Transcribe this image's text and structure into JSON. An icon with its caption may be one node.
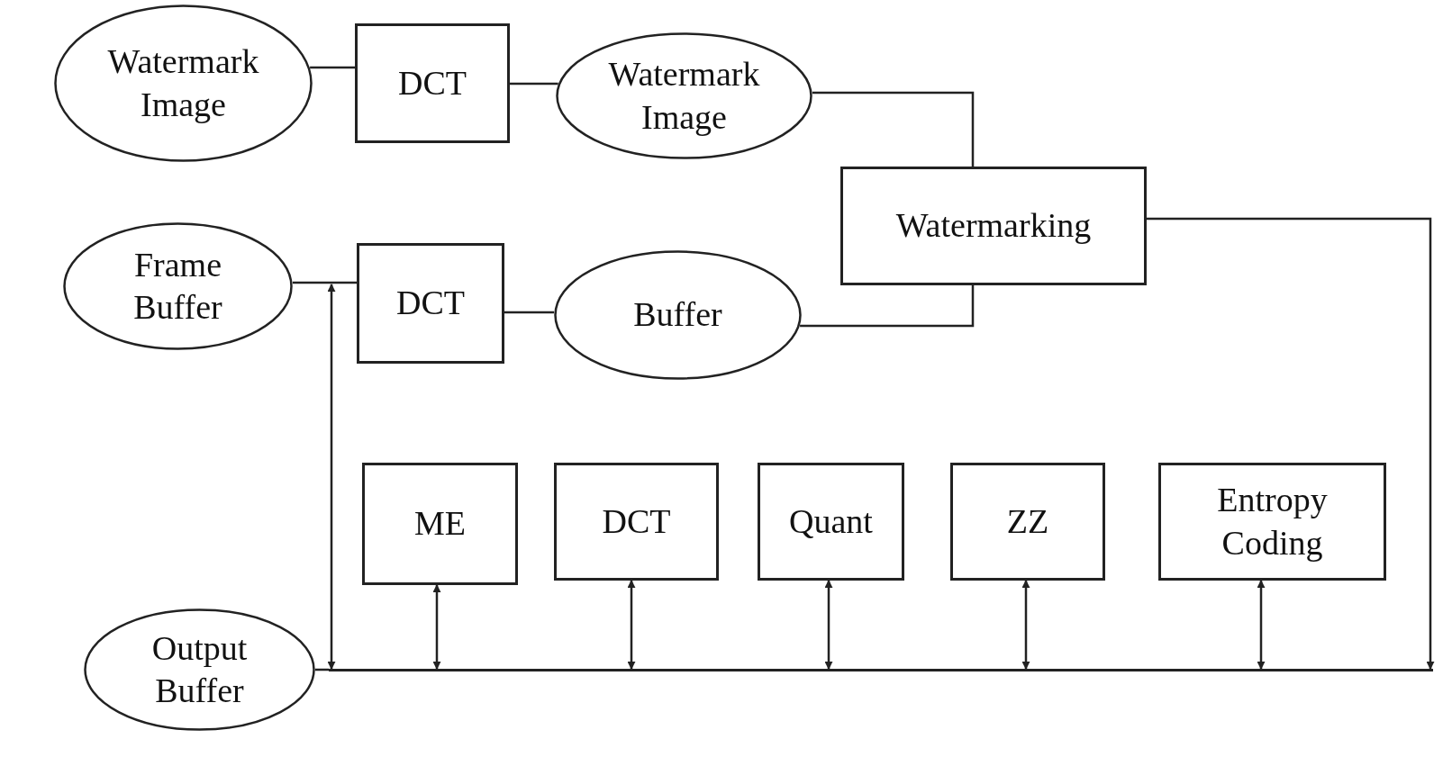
{
  "diagram": {
    "nodes": [
      {
        "text": [
          "Watermark Image"
        ]
      },
      {
        "text": [
          "DCT"
        ]
      },
      {
        "text": [
          "Watermark Image"
        ]
      },
      {
        "text": [
          "Watermarking"
        ]
      },
      {
        "text": [
          "Frame Buffer"
        ]
      },
      {
        "text": [
          "DCT"
        ]
      },
      {
        "text": [
          "Buffer"
        ]
      },
      {
        "text": [
          "ME"
        ]
      },
      {
        "text": [
          "DCT"
        ]
      },
      {
        "text": [
          "Quant"
        ]
      },
      {
        "text": [
          "ZZ"
        ]
      },
      {
        "text": [
          "Entropy Coding"
        ]
      },
      {
        "text": [
          "Output Buffer"
        ]
      },
      {
        "text": [],
        "shape": "bar"
      }
    ],
    "edges": [
      {
        "from": 0,
        "to": 1,
        "arrow": "none"
      },
      {
        "from": 1,
        "to": 2,
        "arrow": "none"
      },
      {
        "from": 2,
        "to": 3,
        "arrow": "none"
      },
      {
        "from": 4,
        "to": 5,
        "arrow": "none"
      },
      {
        "from": 5,
        "to": 6,
        "arrow": "none"
      },
      {
        "from": 6,
        "to": 3,
        "arrow": "none"
      },
      {
        "from": 3,
        "to": 13,
        "arrow": "to"
      },
      {
        "from": 12,
        "to": 13,
        "arrow": "none"
      },
      {
        "from": 13,
        "to": 5,
        "arrow": "both"
      },
      {
        "from": 13,
        "to": 7,
        "arrow": "both"
      },
      {
        "from": 13,
        "to": 8,
        "arrow": "both"
      },
      {
        "from": 13,
        "to": 9,
        "arrow": "both"
      },
      {
        "from": 13,
        "to": 10,
        "arrow": "both"
      },
      {
        "from": 13,
        "to": 11,
        "arrow": "both"
      }
    ]
  }
}
